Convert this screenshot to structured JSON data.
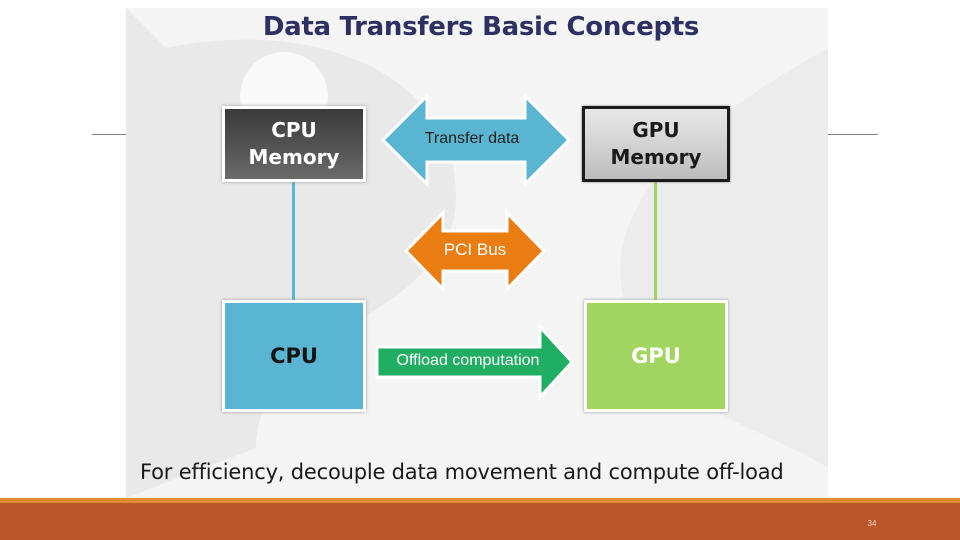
{
  "slide": {
    "title": "Data Transfers Basic Concepts",
    "caption": "For efficiency, decouple data movement and compute off-load",
    "page_number": "34"
  },
  "diagram": {
    "cpu_memory_label_line1": "CPU",
    "cpu_memory_label_line2": "Memory",
    "gpu_memory_label_line1": "GPU",
    "gpu_memory_label_line2": "Memory",
    "cpu_label": "CPU",
    "gpu_label": "GPU",
    "transfer_label": "Transfer data",
    "pci_label": "PCI Bus",
    "offload_label": "Offload computation"
  },
  "colors": {
    "title": "#2e3063",
    "transfer_arrow": "#5ab5d3",
    "pci_arrow": "#e97d12",
    "offload_arrow": "#1fae62",
    "cpu_box": "#5ab5d3",
    "gpu_box": "#a2d55f",
    "footer": "#bb5628",
    "footer_accent": "#e08a32"
  }
}
